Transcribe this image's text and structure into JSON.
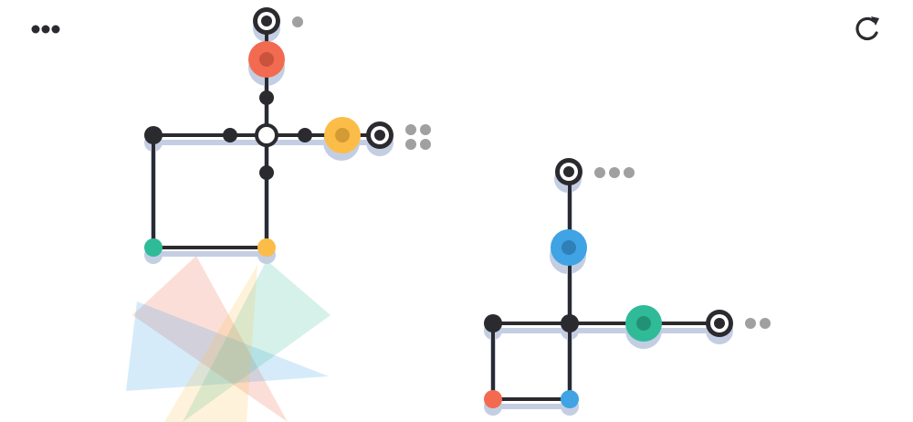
{
  "colors": {
    "background": "#ffffff",
    "line": "#2b2b2f",
    "shadow": "#c4cee3",
    "node_dark": "#2b2b2f",
    "indicator_dot": "#a0a0a0",
    "red": "#f26b50",
    "yellow": "#fbbd47",
    "blue": "#3fa3e4",
    "teal": "#2fbb98"
  },
  "toolbar": {
    "menu_icon": "more-dots-icon",
    "reset_icon": "restart-arrow-icon"
  },
  "puzzles": [
    {
      "name": "puzzle-left",
      "exits": [
        {
          "name": "exit-top",
          "dots": 1
        },
        {
          "name": "exit-right",
          "dots": 4
        }
      ],
      "beads": [
        {
          "name": "bead-red",
          "color": "red"
        },
        {
          "name": "bead-yellow",
          "color": "yellow"
        }
      ],
      "corner_nodes": [
        "teal",
        "yellow"
      ]
    },
    {
      "name": "puzzle-right",
      "exits": [
        {
          "name": "exit-top",
          "dots": 3
        },
        {
          "name": "exit-right",
          "dots": 2
        }
      ],
      "beads": [
        {
          "name": "bead-blue",
          "color": "blue"
        },
        {
          "name": "bead-teal",
          "color": "teal"
        }
      ],
      "corner_nodes": [
        "red",
        "blue"
      ]
    }
  ]
}
